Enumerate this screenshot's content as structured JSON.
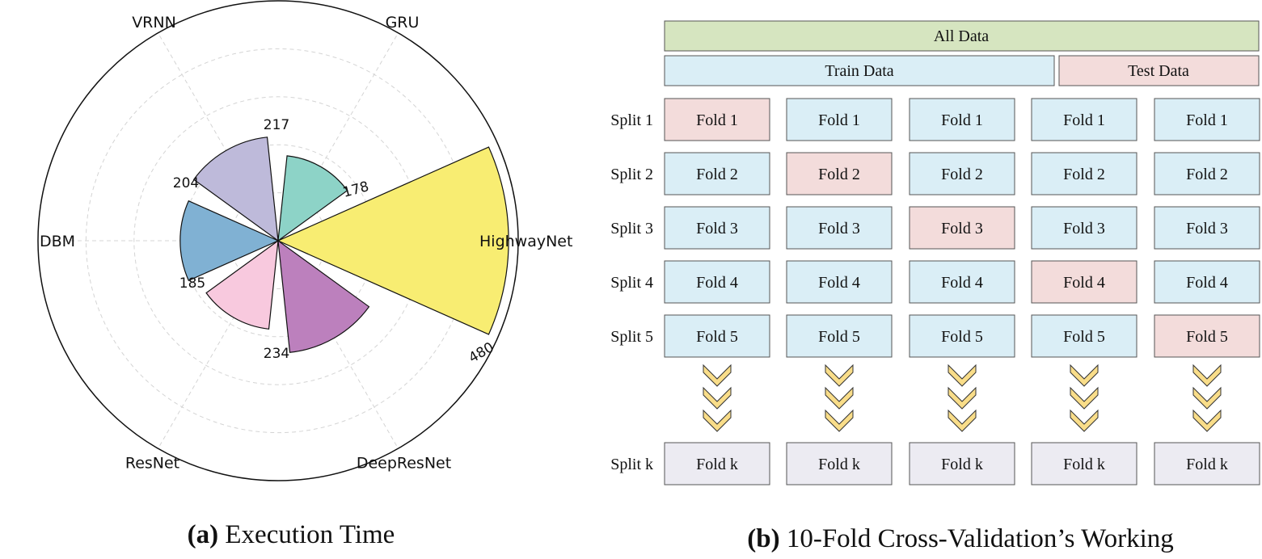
{
  "chart_data": [
    {
      "type": "bar",
      "projection": "polar",
      "caption": {
        "label": "(a)",
        "text": " Execution Time"
      },
      "categories": [
        "HighwayNet",
        "GRU",
        "VRNN",
        "DBM",
        "ResNet",
        "DeepResNet"
      ],
      "values": [
        480,
        178,
        217,
        204,
        185,
        234
      ],
      "rlim": [
        0,
        500
      ],
      "grid": true,
      "colors": [
        "#f8ed72",
        "#8dd3c7",
        "#bebada",
        "#80b1d3",
        "#f8c9de",
        "#bc80bd"
      ]
    },
    {
      "type": "table",
      "caption": {
        "label": "(b)",
        "text": " 10-Fold Cross-Validation’s Working"
      },
      "all_data_label": "All Data",
      "train_label": "Train Data",
      "test_label": "Test Data",
      "rows": [
        {
          "split": "Split 1",
          "folds": [
            "Fold 1",
            "Fold 1",
            "Fold 1",
            "Fold 1",
            "Fold 1"
          ],
          "test_index": 0
        },
        {
          "split": "Split 2",
          "folds": [
            "Fold 2",
            "Fold 2",
            "Fold 2",
            "Fold 2",
            "Fold 2"
          ],
          "test_index": 1
        },
        {
          "split": "Split 3",
          "folds": [
            "Fold 3",
            "Fold 3",
            "Fold 3",
            "Fold 3",
            "Fold 3"
          ],
          "test_index": 2
        },
        {
          "split": "Split 4",
          "folds": [
            "Fold 4",
            "Fold 4",
            "Fold 4",
            "Fold 4",
            "Fold 4"
          ],
          "test_index": 3
        },
        {
          "split": "Split 5",
          "folds": [
            "Fold 5",
            "Fold 5",
            "Fold 5",
            "Fold 5",
            "Fold 5"
          ],
          "test_index": 4
        },
        {
          "split": "Split k",
          "folds": [
            "Fold k",
            "Fold k",
            "Fold k",
            "Fold k",
            "Fold k"
          ],
          "test_index": -1
        }
      ],
      "colors": {
        "all_data": "#d6e5c0",
        "train": "#daeef6",
        "test": "#f3dcdb",
        "final": "#ecebf2",
        "arrow": "#f9dd89"
      }
    }
  ]
}
